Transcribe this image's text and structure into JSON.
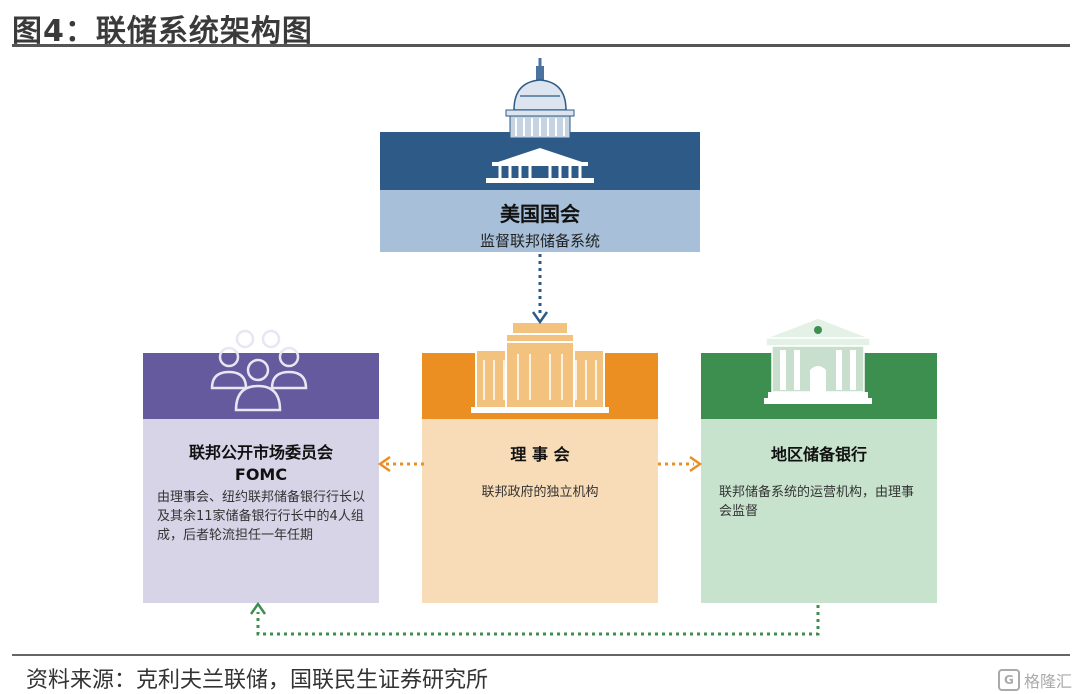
{
  "header": {
    "title": "图4：联储系统架构图"
  },
  "footer": {
    "source": "资料来源：克利夫兰联储，国联民生证券研究所",
    "watermark": "格隆汇"
  },
  "congress": {
    "name": "美国国会",
    "role": "监督联邦储备系统"
  },
  "fomc": {
    "title": "联邦公开市场委员会",
    "abbr": "FOMC",
    "desc": "由理事会、纽约联邦储备银行行长以及其余11家储备银行行长中的4人组成，后者轮流担任一年任期"
  },
  "board": {
    "title": "理 事 会",
    "desc": "联邦政府的独立机构"
  },
  "banks": {
    "title": "地区储备银行",
    "desc": "联邦储备系统的运营机构，由理事会监督"
  },
  "colors": {
    "congress": "#2e5a87",
    "fomc": "#665a9e",
    "board": "#ec8f22",
    "banks": "#3c8f4f"
  },
  "icons": [
    "capitol-icon",
    "people-icon",
    "federal-building-icon",
    "bank-icon"
  ]
}
